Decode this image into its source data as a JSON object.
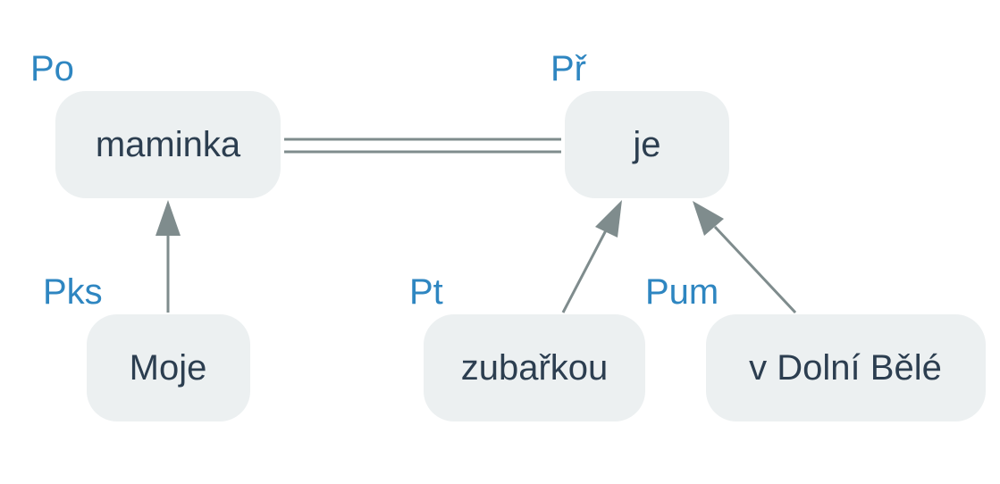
{
  "colors": {
    "node_fill": "#ecf0f1",
    "node_text": "#2c3e50",
    "role_label": "#2e86c1",
    "edge": "#7f8c8d"
  },
  "nodes": {
    "maminka": {
      "word": "maminka",
      "role": "Po"
    },
    "je": {
      "word": "je",
      "role": "Př"
    },
    "moje": {
      "word": "Moje",
      "role": "Pks"
    },
    "zubarkou": {
      "word": "zubařkou",
      "role": "Pt"
    },
    "dolni": {
      "word": "v Dolní Bělé",
      "role": "Pum"
    }
  },
  "edges": [
    {
      "from": "maminka",
      "to": "je",
      "kind": "double-line"
    },
    {
      "from": "moje",
      "to": "maminka",
      "kind": "arrow"
    },
    {
      "from": "zubarkou",
      "to": "je",
      "kind": "arrow"
    },
    {
      "from": "dolni",
      "to": "je",
      "kind": "arrow"
    }
  ]
}
